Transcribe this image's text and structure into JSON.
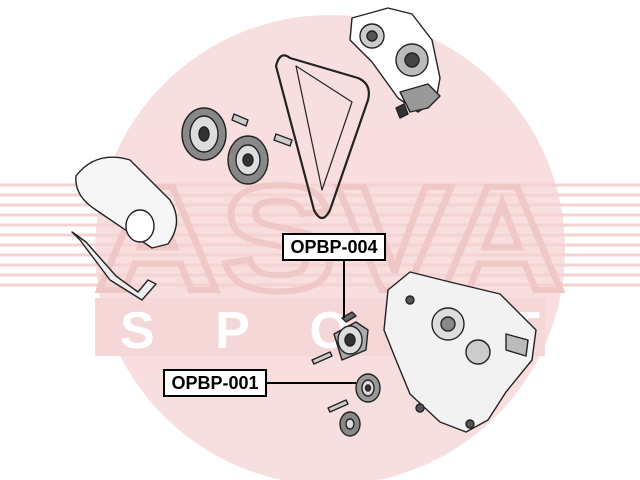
{
  "watermark": {
    "brand": "ASVA",
    "sub": "S P O R T",
    "color": "#e8a3a3"
  },
  "callouts": [
    {
      "id": "opbp-004",
      "label": "OPBP-004"
    },
    {
      "id": "opbp-001",
      "label": "OPBP-001"
    }
  ]
}
